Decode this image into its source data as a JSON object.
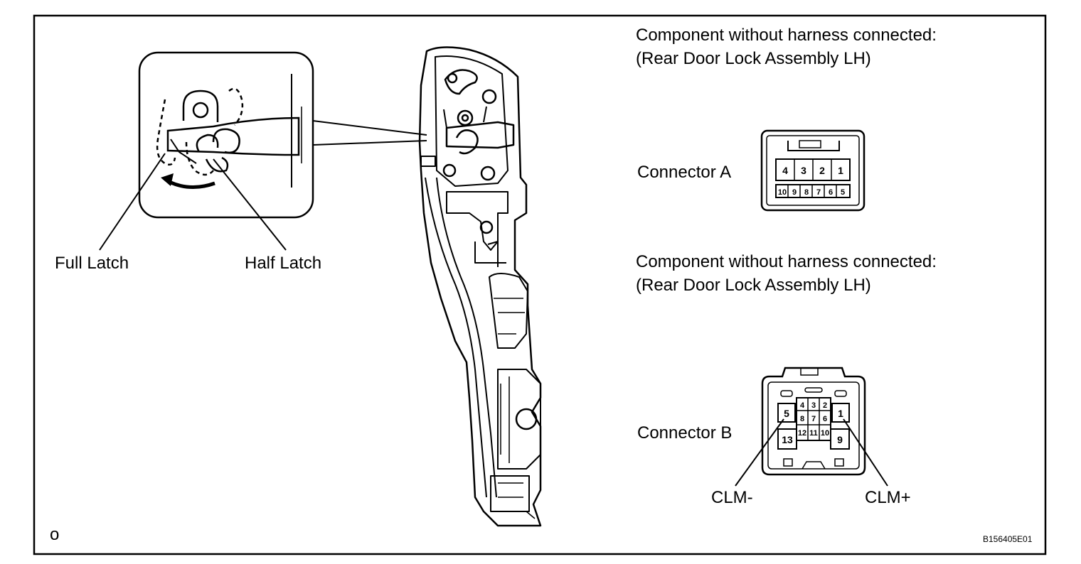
{
  "callouts": {
    "full_latch": "Full Latch",
    "half_latch": "Half Latch"
  },
  "section_a": {
    "line1": "Component without harness connected:",
    "line2": "(Rear Door  Lock Assembly LH)",
    "connector_label": "Connector A",
    "pins_top": [
      "4",
      "3",
      "2",
      "1"
    ],
    "pins_bottom": [
      "10",
      "9",
      "8",
      "7",
      "6",
      "5"
    ]
  },
  "section_b": {
    "line1": "Component without harness connected:",
    "line2": "(Rear Door  Lock Assembly LH)",
    "connector_label": "Connector B",
    "pins_top": [
      "4",
      "3",
      "2"
    ],
    "pins_mid": [
      "8",
      "7",
      "6"
    ],
    "pins_low": [
      "12",
      "11",
      "10"
    ],
    "pin_left_upper": "5",
    "pin_left_lower": "13",
    "pin_right_upper": "1",
    "pin_right_lower": "9",
    "lead_left": "CLM-",
    "lead_right": "CLM+"
  },
  "corner_mark": "o",
  "figure_code": "B156405E01"
}
